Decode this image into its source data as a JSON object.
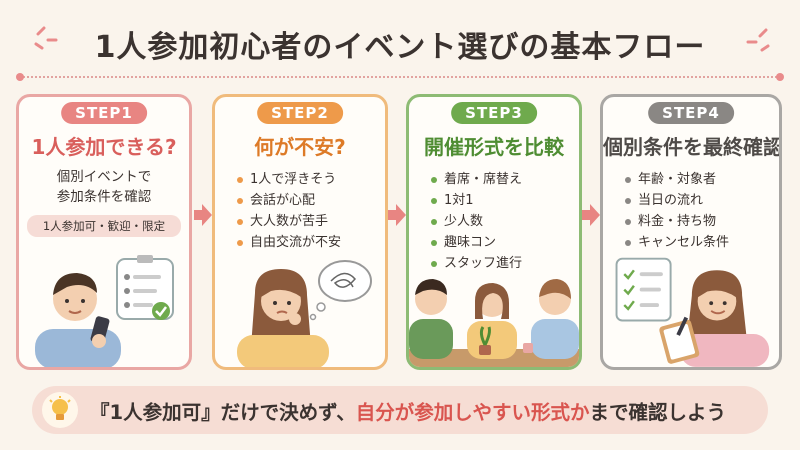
{
  "title": "1人参加初心者のイベント選びの基本フロー",
  "colors": {
    "background": "#faf4ec",
    "step1": "#e88582",
    "step2": "#ee9a4a",
    "step3": "#6faa4d",
    "step4": "#8a8784",
    "highlight": "#d9554f"
  },
  "steps": [
    {
      "badge": "STEP1",
      "heading": "1人参加できる?",
      "description_lines": [
        "個別イベントで",
        "参加条件を確認"
      ],
      "tag": "1人参加可・歓迎・限定",
      "illustration": "man-with-smartphone-checklist-icon"
    },
    {
      "badge": "STEP2",
      "heading": "何が不安?",
      "bullets": [
        "1人で浮きそう",
        "会話が心配",
        "大人数が苦手",
        "自由交流が不安"
      ],
      "illustration": "worried-woman-thought-bubble-icon"
    },
    {
      "badge": "STEP3",
      "heading": "開催形式を比較",
      "bullets": [
        "着席・席替え",
        "1対1",
        "少人数",
        "趣味コン",
        "スタッフ進行"
      ],
      "illustration": "three-people-talking-icon"
    },
    {
      "badge": "STEP4",
      "heading": "個別条件を最終確認",
      "bullets": [
        "年齢・対象者",
        "当日の流れ",
        "料金・持ち物",
        "キャンセル条件"
      ],
      "illustration": "woman-with-clipboard-checklist-icon"
    }
  ],
  "bottom": {
    "icon": "lightbulb-icon",
    "part1": "『1人参加可』だけで決めず、",
    "part2": "自分が参加しやすい形式か",
    "part3": "まで確認しよう"
  }
}
